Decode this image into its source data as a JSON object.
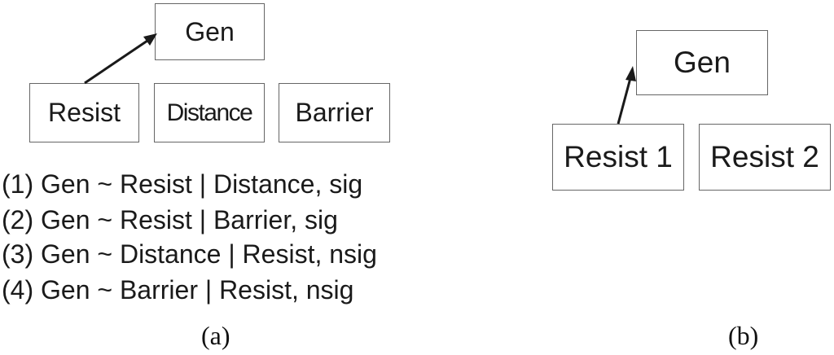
{
  "panel_a": {
    "nodes": {
      "gen": "Gen",
      "resist": "Resist",
      "distance": "Distance",
      "barrier": "Barrier"
    },
    "edges": [
      {
        "from": "Resist",
        "to": "Gen"
      }
    ],
    "formulas": [
      "(1) Gen ~ Resist | Distance, sig",
      "(2) Gen ~ Resist | Barrier, sig",
      "(3) Gen ~ Distance | Resist, nsig",
      "(4) Gen ~ Barrier | Resist, nsig"
    ],
    "caption": "(a)"
  },
  "panel_b": {
    "nodes": {
      "gen": "Gen",
      "resist1": "Resist 1",
      "resist2": "Resist 2"
    },
    "edges": [
      {
        "from": "Resist 1",
        "to": "Gen"
      }
    ],
    "caption": "(b)"
  },
  "colors": {
    "box_border": "#666666",
    "text": "#1a1a1a",
    "arrow": "#1a1a1a"
  }
}
